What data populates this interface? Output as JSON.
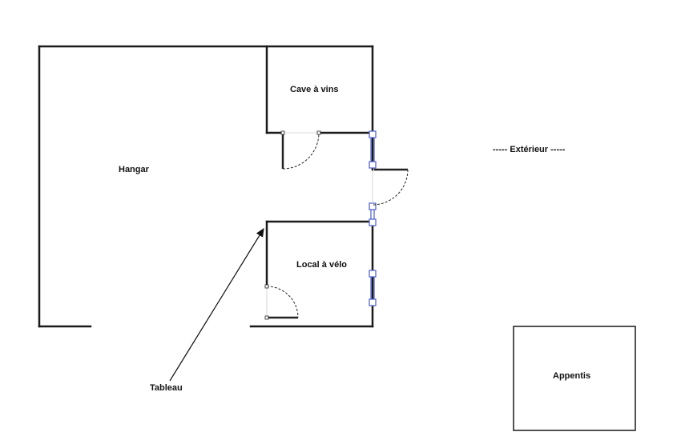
{
  "labels": {
    "hangar": "Hangar",
    "cave": "Cave à vins",
    "local_velo": "Local à vélo",
    "exterieur": "-----  Extérieur  -----",
    "tableau": "Tableau",
    "appentis": "Appentis"
  },
  "colors": {
    "wall": "#1a1a1a",
    "window": "#4a5cc9",
    "window_fill": "#d9ddf7",
    "door_swing": "#222222",
    "background": "#ffffff"
  },
  "icons": {
    "tableau_marker": "arrow-icon",
    "window": "window-icon",
    "door": "door-swing-icon"
  }
}
